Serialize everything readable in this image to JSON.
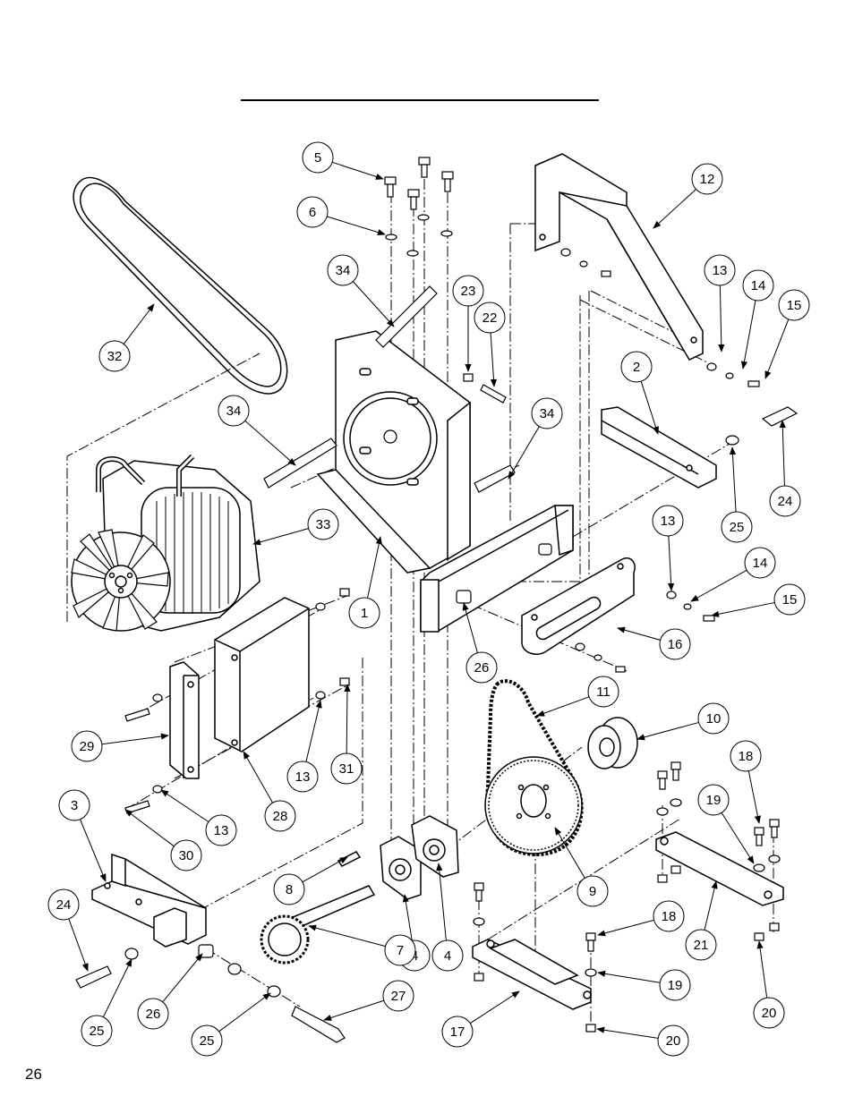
{
  "page_number": "26",
  "callouts": [
    {
      "label": "1"
    },
    {
      "label": "2"
    },
    {
      "label": "3"
    },
    {
      "label": "4"
    },
    {
      "label": "4"
    },
    {
      "label": "5"
    },
    {
      "label": "6"
    },
    {
      "label": "7"
    },
    {
      "label": "8"
    },
    {
      "label": "9"
    },
    {
      "label": "10"
    },
    {
      "label": "11"
    },
    {
      "label": "12"
    },
    {
      "label": "13"
    },
    {
      "label": "13"
    },
    {
      "label": "13"
    },
    {
      "label": "13"
    },
    {
      "label": "14"
    },
    {
      "label": "14"
    },
    {
      "label": "15"
    },
    {
      "label": "15"
    },
    {
      "label": "16"
    },
    {
      "label": "17"
    },
    {
      "label": "18"
    },
    {
      "label": "18"
    },
    {
      "label": "19"
    },
    {
      "label": "19"
    },
    {
      "label": "20"
    },
    {
      "label": "20"
    },
    {
      "label": "21"
    },
    {
      "label": "22"
    },
    {
      "label": "23"
    },
    {
      "label": "24"
    },
    {
      "label": "24"
    },
    {
      "label": "25"
    },
    {
      "label": "25"
    },
    {
      "label": "25"
    },
    {
      "label": "26"
    },
    {
      "label": "26"
    },
    {
      "label": "27"
    },
    {
      "label": "28"
    },
    {
      "label": "29"
    },
    {
      "label": "30"
    },
    {
      "label": "31"
    },
    {
      "label": "32"
    },
    {
      "label": "33"
    },
    {
      "label": "34"
    },
    {
      "label": "34"
    },
    {
      "label": "34"
    }
  ]
}
